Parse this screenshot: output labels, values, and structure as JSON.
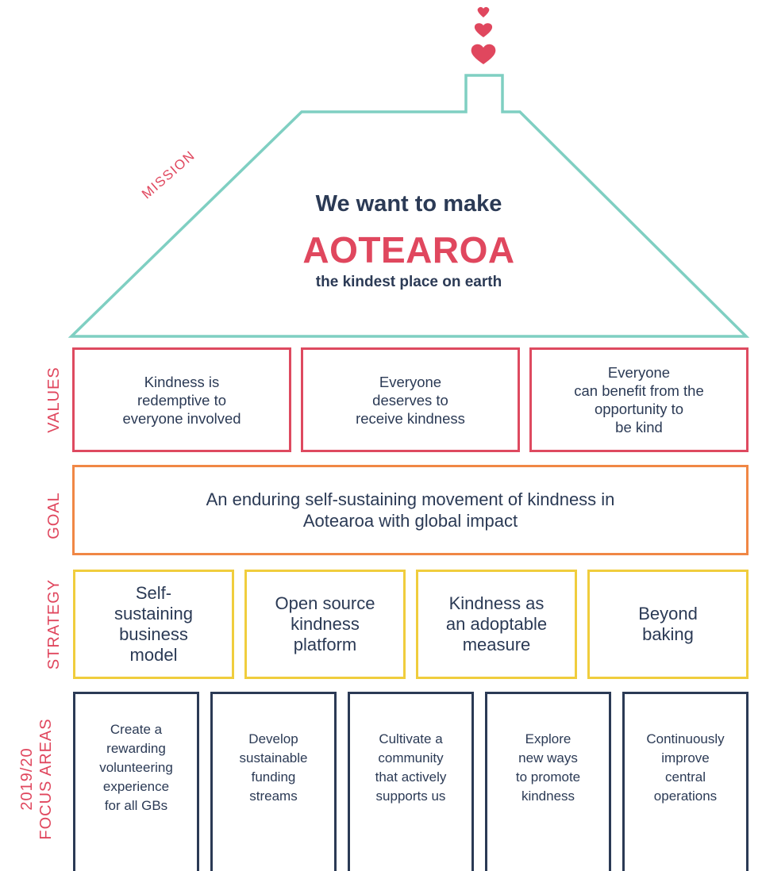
{
  "mission": {
    "label": "MISSION",
    "line1": "We want to make",
    "line2": "AOTEAROA",
    "line3": "the kindest place on earth"
  },
  "values": {
    "label": "VALUES",
    "items": [
      "Kindness is\nredemptive to\neveryone involved",
      "Everyone\ndeserves to\nreceive kindness",
      "Everyone\ncan benefit from the\nopportunity to\nbe kind"
    ]
  },
  "goal": {
    "label": "GOAL",
    "text": "An enduring self-sustaining movement of kindness in Aotearoa with global impact"
  },
  "strategy": {
    "label": "STRATEGY",
    "items": [
      "Self-\nsustaining\nbusiness\nmodel",
      "Open source\nkindness\nplatform",
      "Kindness as\nan adoptable\nmeasure",
      "Beyond\nbaking"
    ]
  },
  "focus_areas": {
    "label_line1": "2019/20",
    "label_line2": "FOCUS AREAS",
    "items": [
      "Create a\nrewarding\nvolunteering\nexperience\nfor all GBs",
      "Develop\nsustainable\nfunding\nstreams",
      "Cultivate a\ncommunity\nthat actively\nsupports us",
      "Explore\nnew ways\nto promote\nkindness",
      "Continuously\nimprove\ncentral\noperations"
    ]
  },
  "colors": {
    "navy": "#2b3a55",
    "pink": "#e0475e",
    "teal": "#7fcfc2",
    "orange": "#f08745",
    "yellow": "#f0cd3d"
  },
  "icons": [
    "heart-icon",
    "heart-icon",
    "heart-icon"
  ]
}
